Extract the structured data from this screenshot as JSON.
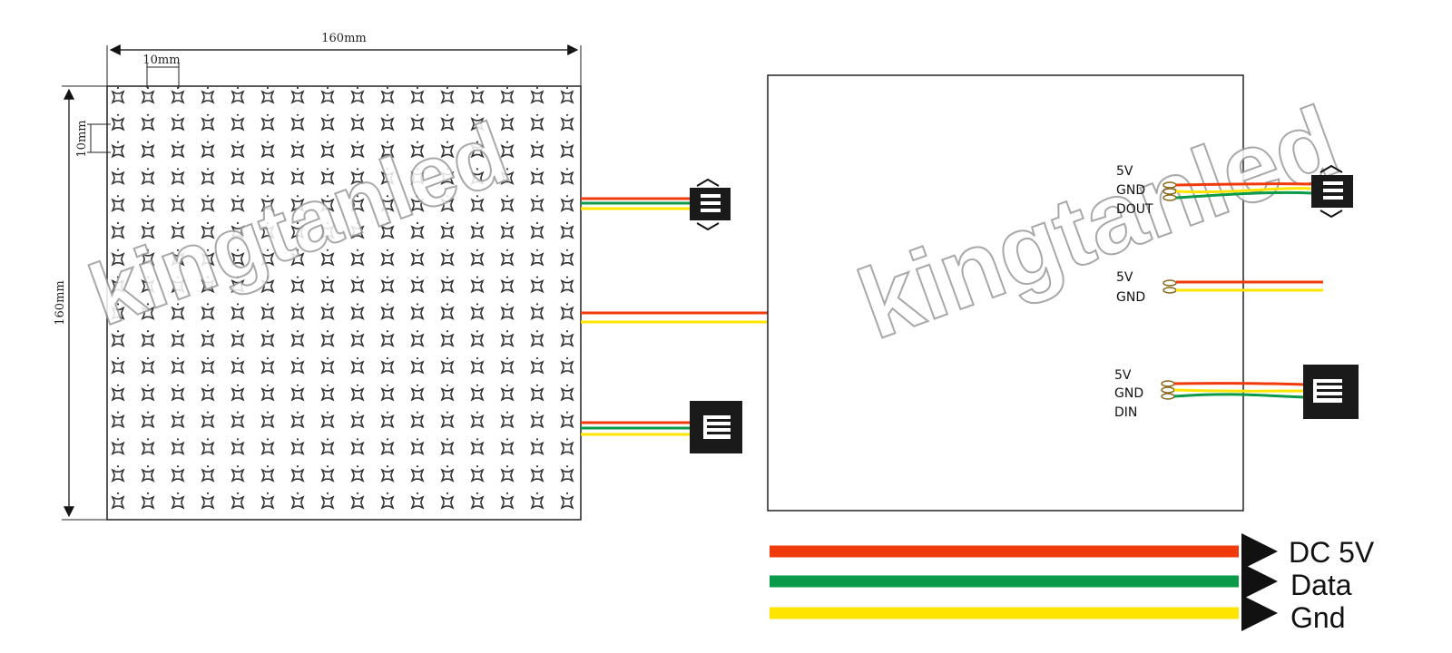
{
  "colors": {
    "red": "#f03a0c",
    "green": "#0a9a4a",
    "yellow": "#ffe400",
    "outline": "#111111"
  },
  "dimensions": {
    "width_label": "160mm",
    "height_label": "160mm",
    "pitch_h_label": "10mm",
    "pitch_v_label": "10mm"
  },
  "matrix": {
    "rows": 16,
    "cols": 16
  },
  "watermark": {
    "text": "kingtanled"
  },
  "back_panel": {
    "output_pins": [
      "5V",
      "GND",
      "DOUT"
    ],
    "power_pins": [
      "5V",
      "GND"
    ],
    "input_pins": [
      "5V",
      "GND",
      "DIN"
    ]
  },
  "legend": [
    {
      "label": "DC 5V",
      "color": "#f03a0c"
    },
    {
      "label": "Data",
      "color": "#0a9a4a"
    },
    {
      "label": "Gnd",
      "color": "#ffe400"
    }
  ]
}
